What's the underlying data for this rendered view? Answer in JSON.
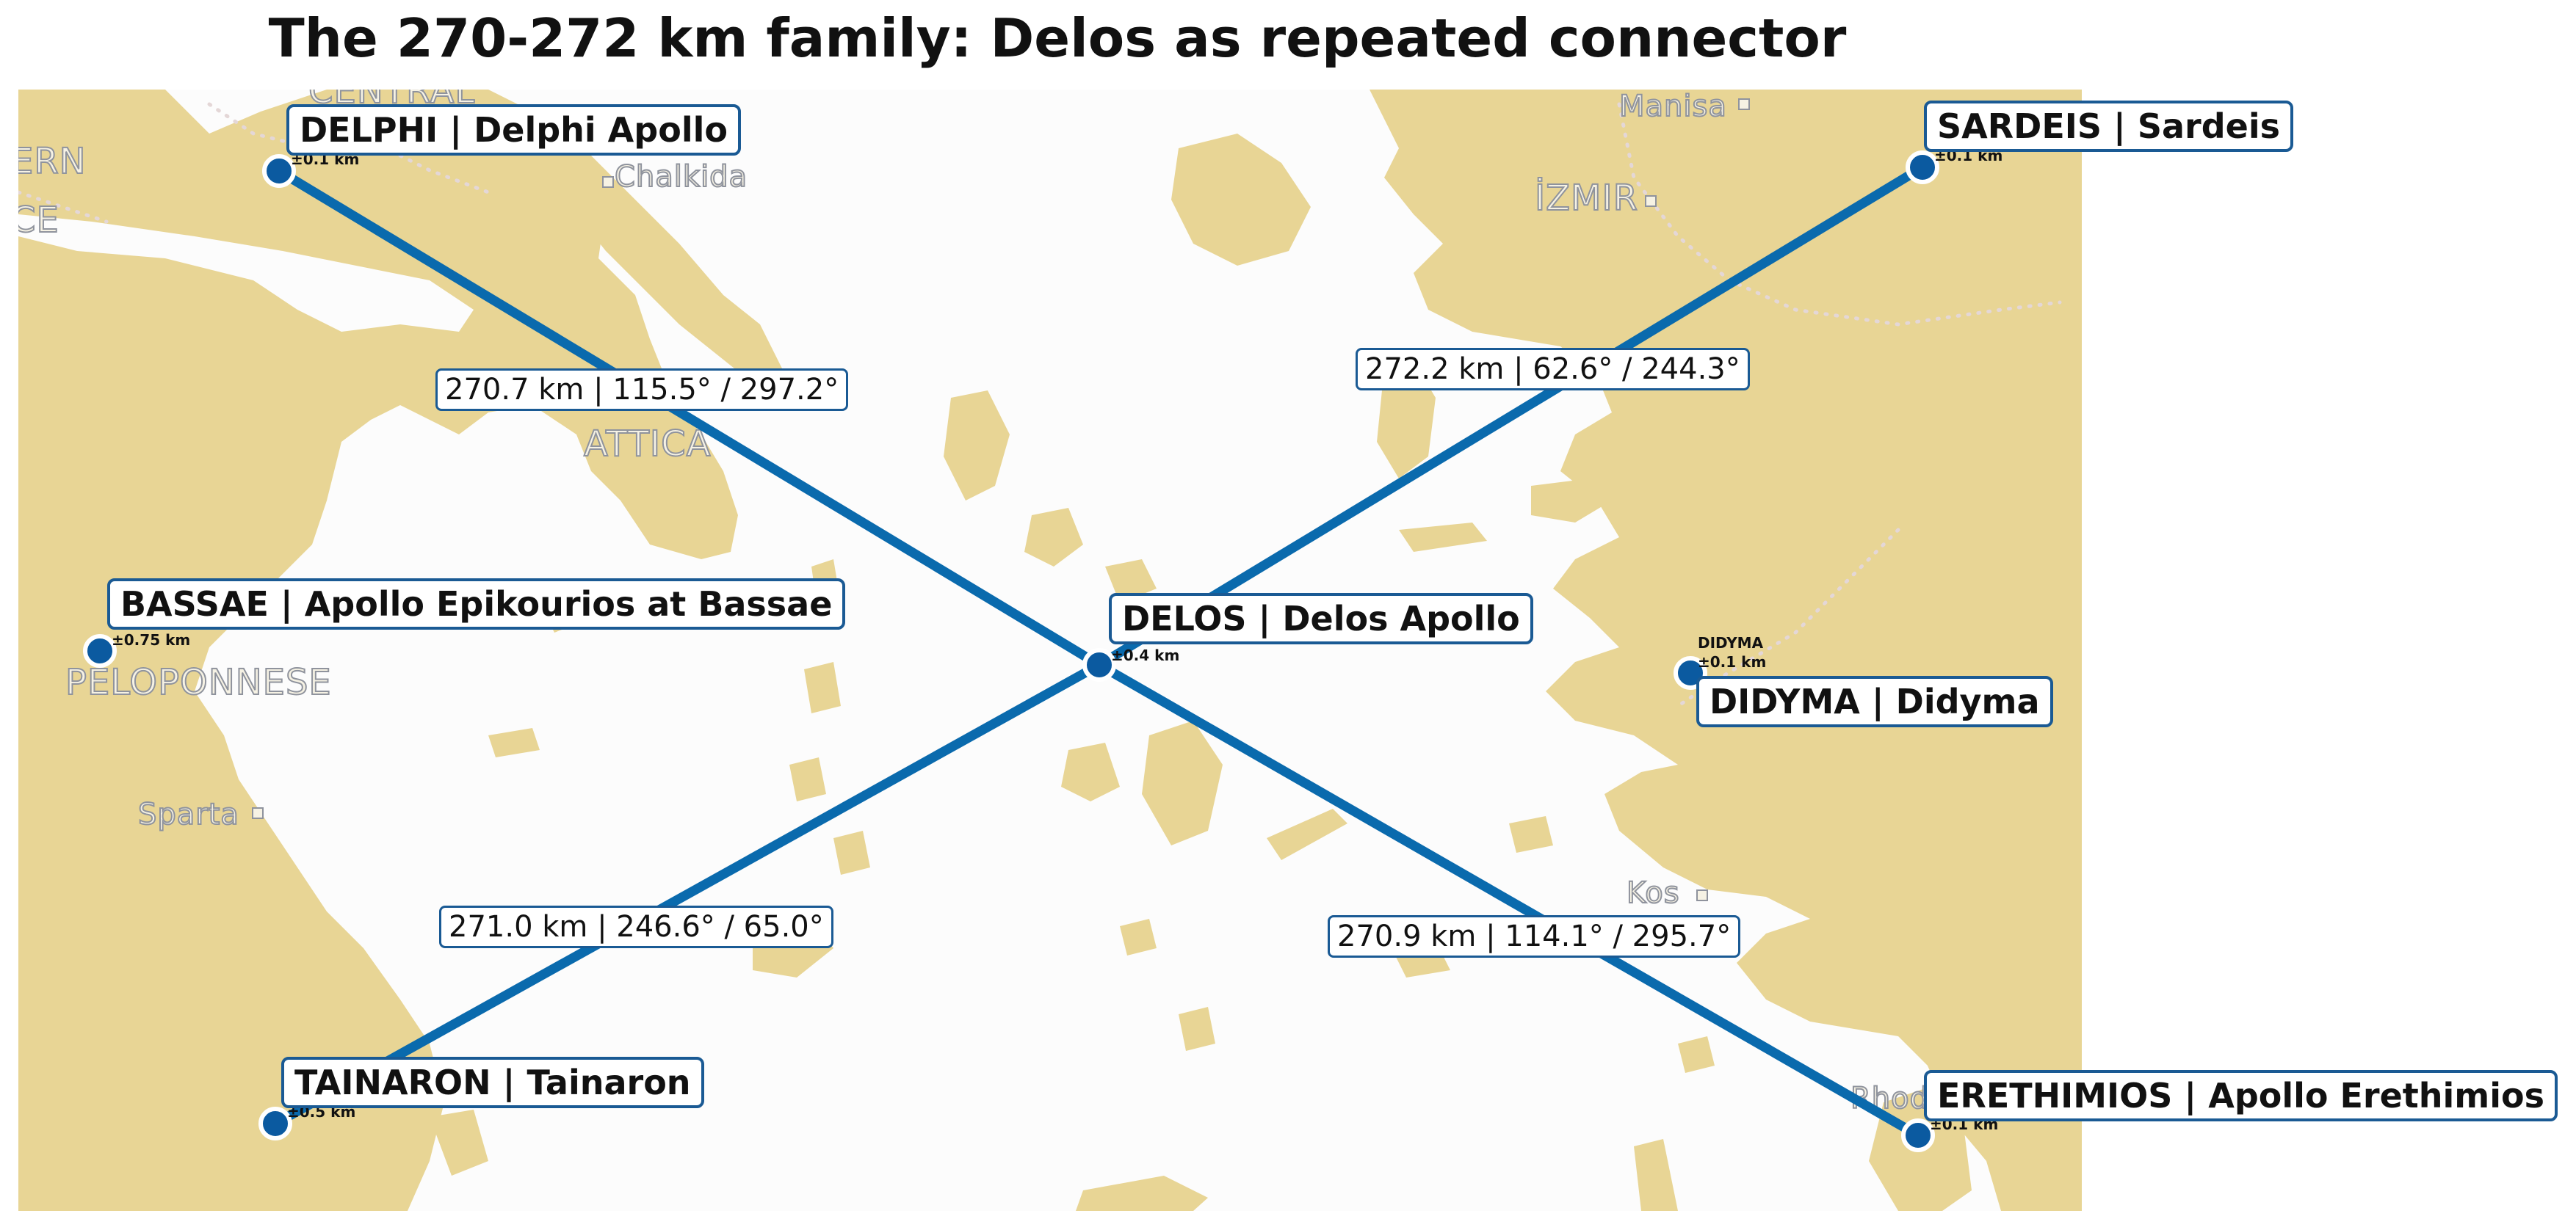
{
  "title": "The 270-272 km family: Delos as repeated connector",
  "map_labels": {
    "central": "CENTRAL",
    "ern": "ERN",
    "ce": "CE",
    "chalkida": "Chalkida",
    "attica": "ATTICA",
    "peloponnese": "PELOPONNESE",
    "sparta": "Sparta",
    "manisa": "Manisa",
    "izmir": "İZMIR",
    "kos": "Kos",
    "rhodes": "Rhod"
  },
  "sites": {
    "delphi": {
      "label": "DELPHI | Delphi Apollo",
      "uncertainty": "±0.1 km"
    },
    "sardeis": {
      "label": "SARDEIS | Sardeis",
      "uncertainty": "±0.1 km"
    },
    "bassae": {
      "label": "BASSAE | Apollo Epikourios at Bassae",
      "uncertainty": "±0.75 km"
    },
    "delos": {
      "label": "DELOS | Delos Apollo",
      "uncertainty": "±0.4 km"
    },
    "didyma": {
      "label": "DIDYMA | Didyma",
      "small_name": "DIDYMA",
      "uncertainty": "±0.1 km"
    },
    "tainaron": {
      "label": "TAINARON | Tainaron",
      "uncertainty": "±0.5 km"
    },
    "erethimios": {
      "label": "ERETHIMIOS | Apollo Erethimios",
      "uncertainty": "±0.1 km"
    }
  },
  "routes": {
    "delphi_delos": "270.7 km | 115.5° / 297.2°",
    "sardeis_delos": "272.2 km | 62.6° / 244.3°",
    "tainaron_delos": "271.0 km | 246.6° / 65.0°",
    "delos_erethimios": "270.9 km | 114.1° / 295.7°"
  },
  "colors": {
    "route": "#0a6aad",
    "site_dot": "#0b5aa0",
    "label_border": "#1a5a94",
    "land": "#e8d595",
    "sea": "#fcfcfc"
  }
}
